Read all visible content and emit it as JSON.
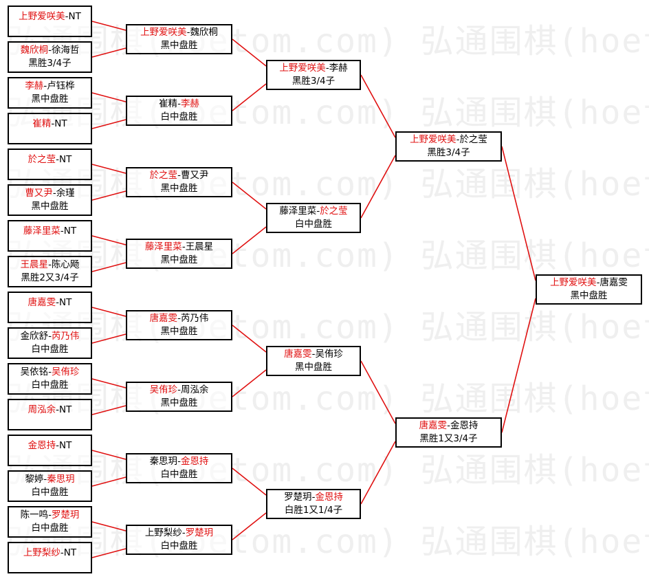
{
  "watermark": {
    "text": "弘通围棋(hoetom.com) 弘通围棋(hoetom.com) 弘通围棋(",
    "lines": 8
  },
  "colors": {
    "winner": "#e01010",
    "loser": "#000000",
    "line": "#e01010",
    "border": "#000000"
  },
  "rounds": [
    {
      "name": "round1",
      "matches": [
        {
          "p1": "上野爱咲美",
          "p2": "NT",
          "winner": 1,
          "result": ""
        },
        {
          "p1": "魏欣桐",
          "p2": "徐海哲",
          "winner": 1,
          "result": "黑胜3/4子"
        },
        {
          "p1": "李赫",
          "p2": "卢钰桦",
          "winner": 1,
          "result": "黑中盘胜"
        },
        {
          "p1": "崔精",
          "p2": "NT",
          "winner": 1,
          "result": ""
        },
        {
          "p1": "於之莹",
          "p2": "NT",
          "winner": 1,
          "result": ""
        },
        {
          "p1": "曹又尹",
          "p2": "余瑾",
          "winner": 1,
          "result": "黑中盘胜"
        },
        {
          "p1": "藤泽里菜",
          "p2": "NT",
          "winner": 1,
          "result": ""
        },
        {
          "p1": "王晨星",
          "p2": "陈心飏",
          "winner": 1,
          "result": "黑胜2又3/4子"
        },
        {
          "p1": "唐嘉雯",
          "p2": "NT",
          "winner": 1,
          "result": ""
        },
        {
          "p1": "金欣舒",
          "p2": "芮乃伟",
          "winner": 2,
          "result": "白中盘胜"
        },
        {
          "p1": "吴依铭",
          "p2": "吴侑珍",
          "winner": 2,
          "result": "白中盘胜"
        },
        {
          "p1": "周泓余",
          "p2": "NT",
          "winner": 1,
          "result": ""
        },
        {
          "p1": "金恩持",
          "p2": "NT",
          "winner": 1,
          "result": ""
        },
        {
          "p1": "黎婷",
          "p2": "秦思玥",
          "winner": 2,
          "result": "白中盘胜"
        },
        {
          "p1": "陈一鸣",
          "p2": "罗楚玥",
          "winner": 2,
          "result": "白中盘胜"
        },
        {
          "p1": "上野梨纱",
          "p2": "NT",
          "winner": 1,
          "result": ""
        }
      ]
    },
    {
      "name": "round2",
      "matches": [
        {
          "p1": "上野爱咲美",
          "p2": "魏欣桐",
          "winner": 1,
          "result": "黑中盘胜"
        },
        {
          "p1": "崔精",
          "p2": "李赫",
          "winner": 2,
          "result": "白中盘胜"
        },
        {
          "p1": "於之莹",
          "p2": "曹又尹",
          "winner": 1,
          "result": "黑中盘胜"
        },
        {
          "p1": "藤泽里菜",
          "p2": "王晨星",
          "winner": 1,
          "result": "黑中盘胜"
        },
        {
          "p1": "唐嘉雯",
          "p2": "芮乃伟",
          "winner": 1,
          "result": "黑中盘胜"
        },
        {
          "p1": "吴侑珍",
          "p2": "周泓余",
          "winner": 1,
          "result": "黑中盘胜"
        },
        {
          "p1": "秦思玥",
          "p2": "金恩持",
          "winner": 2,
          "result": "白中盘胜"
        },
        {
          "p1": "上野梨纱",
          "p2": "罗楚玥",
          "winner": 2,
          "result": "白中盘胜"
        }
      ]
    },
    {
      "name": "quarterfinal",
      "matches": [
        {
          "p1": "上野爱咲美",
          "p2": "李赫",
          "winner": 1,
          "result": "黑胜3/4子"
        },
        {
          "p1": "藤泽里菜",
          "p2": "於之莹",
          "winner": 2,
          "result": "白中盘胜"
        },
        {
          "p1": "唐嘉雯",
          "p2": "吴侑珍",
          "winner": 1,
          "result": "黑中盘胜"
        },
        {
          "p1": "罗楚玥",
          "p2": "金恩持",
          "winner": 2,
          "result": "白胜1又1/4子"
        }
      ]
    },
    {
      "name": "semifinal",
      "matches": [
        {
          "p1": "上野爱咲美",
          "p2": "於之莹",
          "winner": 1,
          "result": "黑胜3/4子"
        },
        {
          "p1": "唐嘉雯",
          "p2": "金恩持",
          "winner": 1,
          "result": "黑胜1又3/4子"
        }
      ]
    },
    {
      "name": "final",
      "matches": [
        {
          "p1": "上野爱咲美",
          "p2": "唐嘉雯",
          "winner": 1,
          "result": "黑中盘胜"
        }
      ]
    }
  ]
}
